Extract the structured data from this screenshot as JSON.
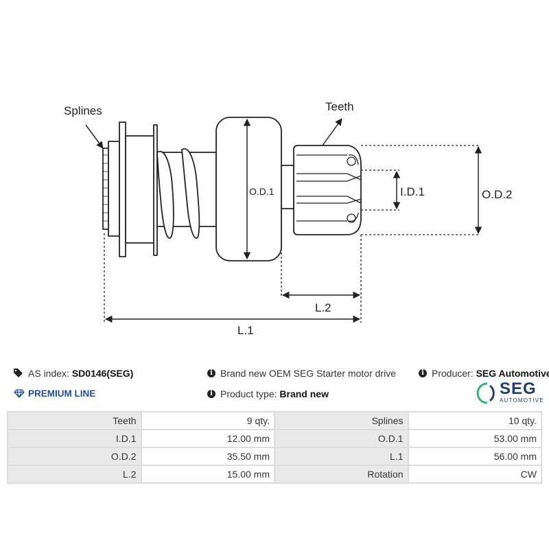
{
  "diagram": {
    "labels": {
      "splines": "Splines",
      "teeth": "Teeth",
      "od1": "O.D.1",
      "id1": "I.D.1",
      "od2": "O.D.2",
      "l1": "L.1",
      "l2": "L.2"
    }
  },
  "info": {
    "as_index_label": "AS index:",
    "as_index_value": "SD0146(SEG)",
    "description": "Brand new OEM SEG Starter motor drive",
    "producer_label": "Producer:",
    "producer_value": "SEG Automotive",
    "premium_line": "PREMIUM LINE",
    "product_type_label": "Product type:",
    "product_type_value": "Brand new",
    "logo_text": "SEG",
    "logo_subtext": "AUTOMOTIVE"
  },
  "specs": [
    [
      {
        "label": "Teeth",
        "value": "9 qty."
      },
      {
        "label": "Splines",
        "value": "10 qty."
      }
    ],
    [
      {
        "label": "I.D.1",
        "value": "12.00 mm"
      },
      {
        "label": "O.D.1",
        "value": "53.00 mm"
      }
    ],
    [
      {
        "label": "O.D.2",
        "value": "35.50 mm"
      },
      {
        "label": "L.1",
        "value": "56.00 mm"
      }
    ],
    [
      {
        "label": "L.2",
        "value": "15.00 mm"
      },
      {
        "label": "Rotation",
        "value": "CW"
      }
    ]
  ],
  "colors": {
    "brand": "#1e3f73",
    "premium": "#1f4e9c",
    "logo_arc": "#2bb673"
  },
  "icons": [
    "tag-icon",
    "info-icon",
    "diamond-icon",
    "seg-logo"
  ]
}
